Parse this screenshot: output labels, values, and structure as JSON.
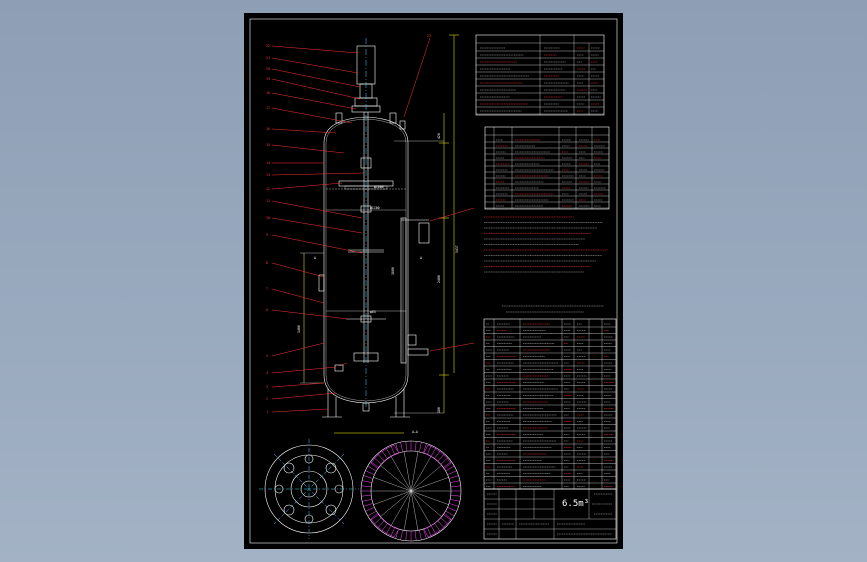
{
  "drawing": {
    "volume_label": "6.5m³",
    "part_number_labels": [
      "1",
      "2",
      "3",
      "4",
      "5",
      "6",
      "7",
      "8",
      "9",
      "10",
      "11",
      "12",
      "13",
      "14",
      "15",
      "16",
      "17",
      "18",
      "19",
      "20",
      "21",
      "22",
      "23"
    ],
    "section_label": "A—A"
  },
  "colors": {
    "background": "#9aabc0",
    "sheet": "#000000",
    "lines": "#ffffff",
    "leaders": "#ff3030",
    "dimensions": "#ffff00",
    "centerlines": "#37d5ff",
    "hatch": "#ff40ff"
  }
}
